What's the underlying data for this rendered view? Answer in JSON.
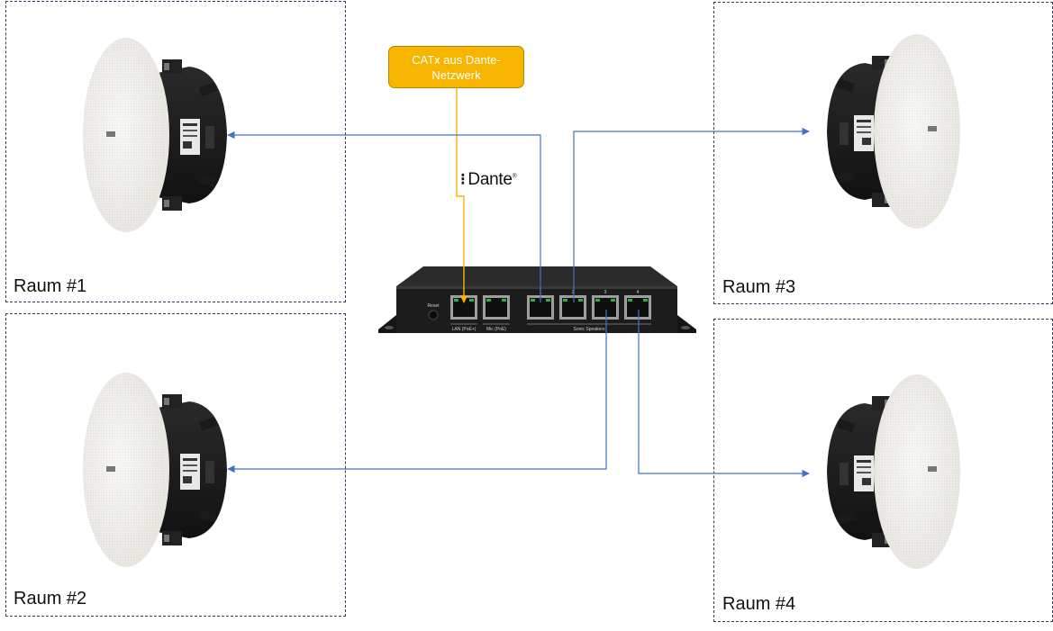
{
  "rooms": [
    {
      "label": "Raum #1"
    },
    {
      "label": "Raum #2"
    },
    {
      "label": "Raum #3"
    },
    {
      "label": "Raum #4"
    }
  ],
  "callout": {
    "text": "CATx aus Dante-Netzwerk"
  },
  "dante_logo": {
    "text": "Dante",
    "mark": "⁝",
    "trademark": "®"
  },
  "device": {
    "reset_label": "Reset",
    "port_group_labels": [
      "LAN (PoE+)",
      "Mic (PoE)",
      "Sonic Speakers"
    ],
    "speaker_port_numbers": [
      "1",
      "2",
      "3",
      "4"
    ]
  },
  "colors": {
    "callout_fill": "#f7b500",
    "network_line": "#f7b500",
    "speaker_line": "#4472c4",
    "device_body": "#1c1c1c",
    "port_led": "#2fae48"
  },
  "icons": {
    "speaker": "ceiling-speaker-icon",
    "device": "dante-speaker-interface-icon"
  }
}
